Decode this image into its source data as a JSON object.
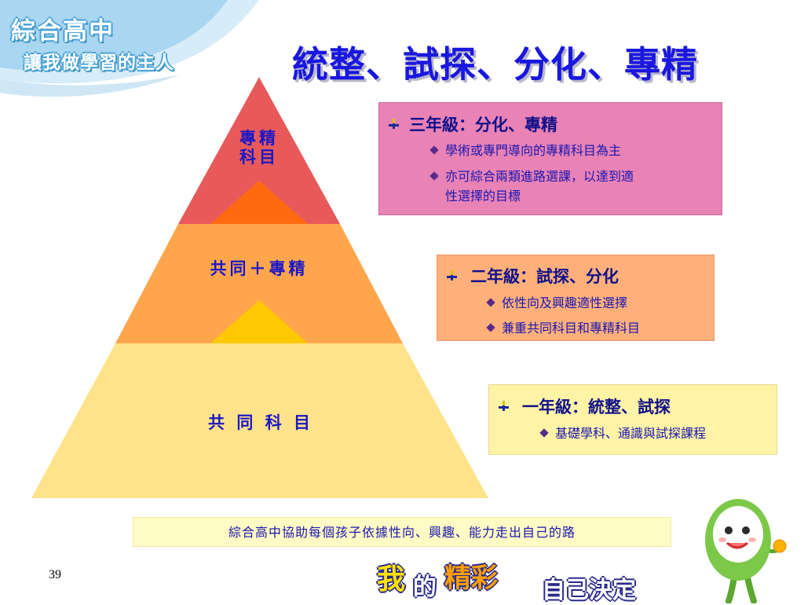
{
  "header": {
    "brand_title": "綜合高中",
    "brand_subtitle": "讓我做學習的主人",
    "slide_title": "統整、試探、分化、專精"
  },
  "pyramid": {
    "top_label_line1": "專精",
    "top_label_line2": "科目",
    "middle_label": "共同＋專精",
    "bottom_label": "共 同 科 目",
    "colors": {
      "top": "#e85a5a",
      "middle": "#ffa64d",
      "bottom": "#ffe38a",
      "inner_top": "#ff6a10",
      "inner_mid": "#ffc800"
    }
  },
  "grades": [
    {
      "heading": "三年級：分化、專精",
      "items": [
        "學術或專門導向的專精科目為主",
        "亦可綜合兩類進路選課，以達到適",
        "性選擇的目標"
      ]
    },
    {
      "heading": "二年級：試探、分化",
      "items": [
        "依性向及興趣適性選擇",
        "兼重共同科目和專精科目"
      ]
    },
    {
      "heading": "一年級：統整、試探",
      "items": [
        "基礎學科、通識與試探課程"
      ]
    }
  ],
  "caption": "綜合高中協助每個孩子依據性向、興趣、能力走出自己的路",
  "page_number": "39",
  "banner": {
    "part1": "我",
    "part2": "的",
    "part3": "精彩",
    "part4": "自己決定"
  }
}
